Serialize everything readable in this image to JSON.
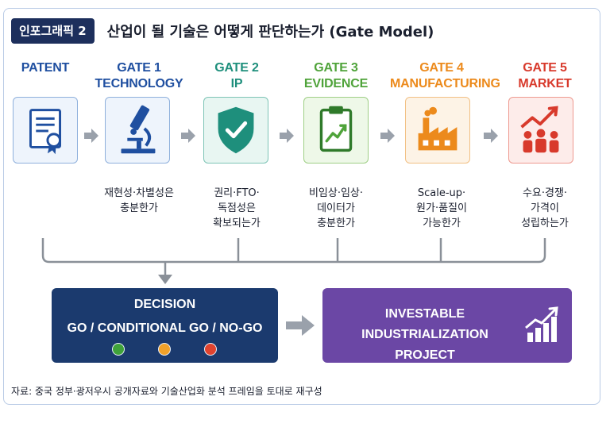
{
  "header": {
    "badge": "인포그래픽 2",
    "title": "산업이 될 기술은 어떻게 판단하는가 (Gate Model)"
  },
  "stages": [
    {
      "label": "PATENT",
      "color": "#1f4fa0",
      "icon": "patent-certificate-icon",
      "desc": ""
    },
    {
      "label": "GATE 1\nTECHNOLOGY",
      "color": "#1f4fa0",
      "icon": "microscope-icon",
      "desc": "재현성·차별성은\n충분한가"
    },
    {
      "label": "GATE 2\nIP",
      "color": "#1e8f7c",
      "icon": "shield-check-icon",
      "desc": "권리·FTO·\n독점성은\n확보되는가"
    },
    {
      "label": "GATE 3\nEVIDENCE",
      "color": "#4fa33a",
      "icon": "clipboard-chart-icon",
      "desc": "비임상·임상·\n데이터가\n충분한가"
    },
    {
      "label": "GATE 4\nMANUFACTURING",
      "color": "#ec8a1c",
      "icon": "factory-icon",
      "desc": "Scale-up·\n원가·품질이\n가능한가"
    },
    {
      "label": "GATE 5\nMARKET",
      "color": "#d83a2c",
      "icon": "market-growth-icon",
      "desc": "수요·경쟁·\n가격이\n성립하는가"
    }
  ],
  "decision": {
    "title": "DECISION",
    "options": "GO / CONDITIONAL GO / NO-GO",
    "lights": [
      "#3fa23a",
      "#f0a12a",
      "#e0432f"
    ]
  },
  "project": {
    "title": "INVESTABLE\nINDUSTRIALIZATION PROJECT",
    "icon": "rising-bar-chart-icon"
  },
  "source": "자료: 중국 정부·광저우시 공개자료와 기술산업화 분석 프레임을 토대로 재구성"
}
